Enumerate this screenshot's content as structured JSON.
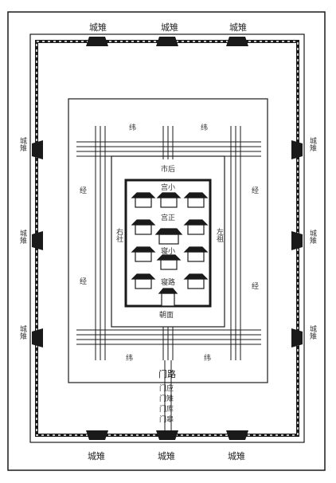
{
  "labels": {
    "gate_tower": "城雉",
    "jing": "经",
    "wei": "纬",
    "shi_hou": "市后",
    "gong_xiao": "宫小",
    "gong_zheng": "宫正",
    "qin_xiao": "寝小",
    "qin_lu": "寝路",
    "chao_mian": "朝面",
    "you_she": "右社",
    "zuo_zu": "左祖",
    "men_lu": "门路",
    "men_ying": "门应",
    "men_zhi": "门雉",
    "men_ku": "门库",
    "men_gao": "门皋"
  },
  "colors": {
    "ink": "#1a1a1a",
    "paper": "#ffffff"
  }
}
